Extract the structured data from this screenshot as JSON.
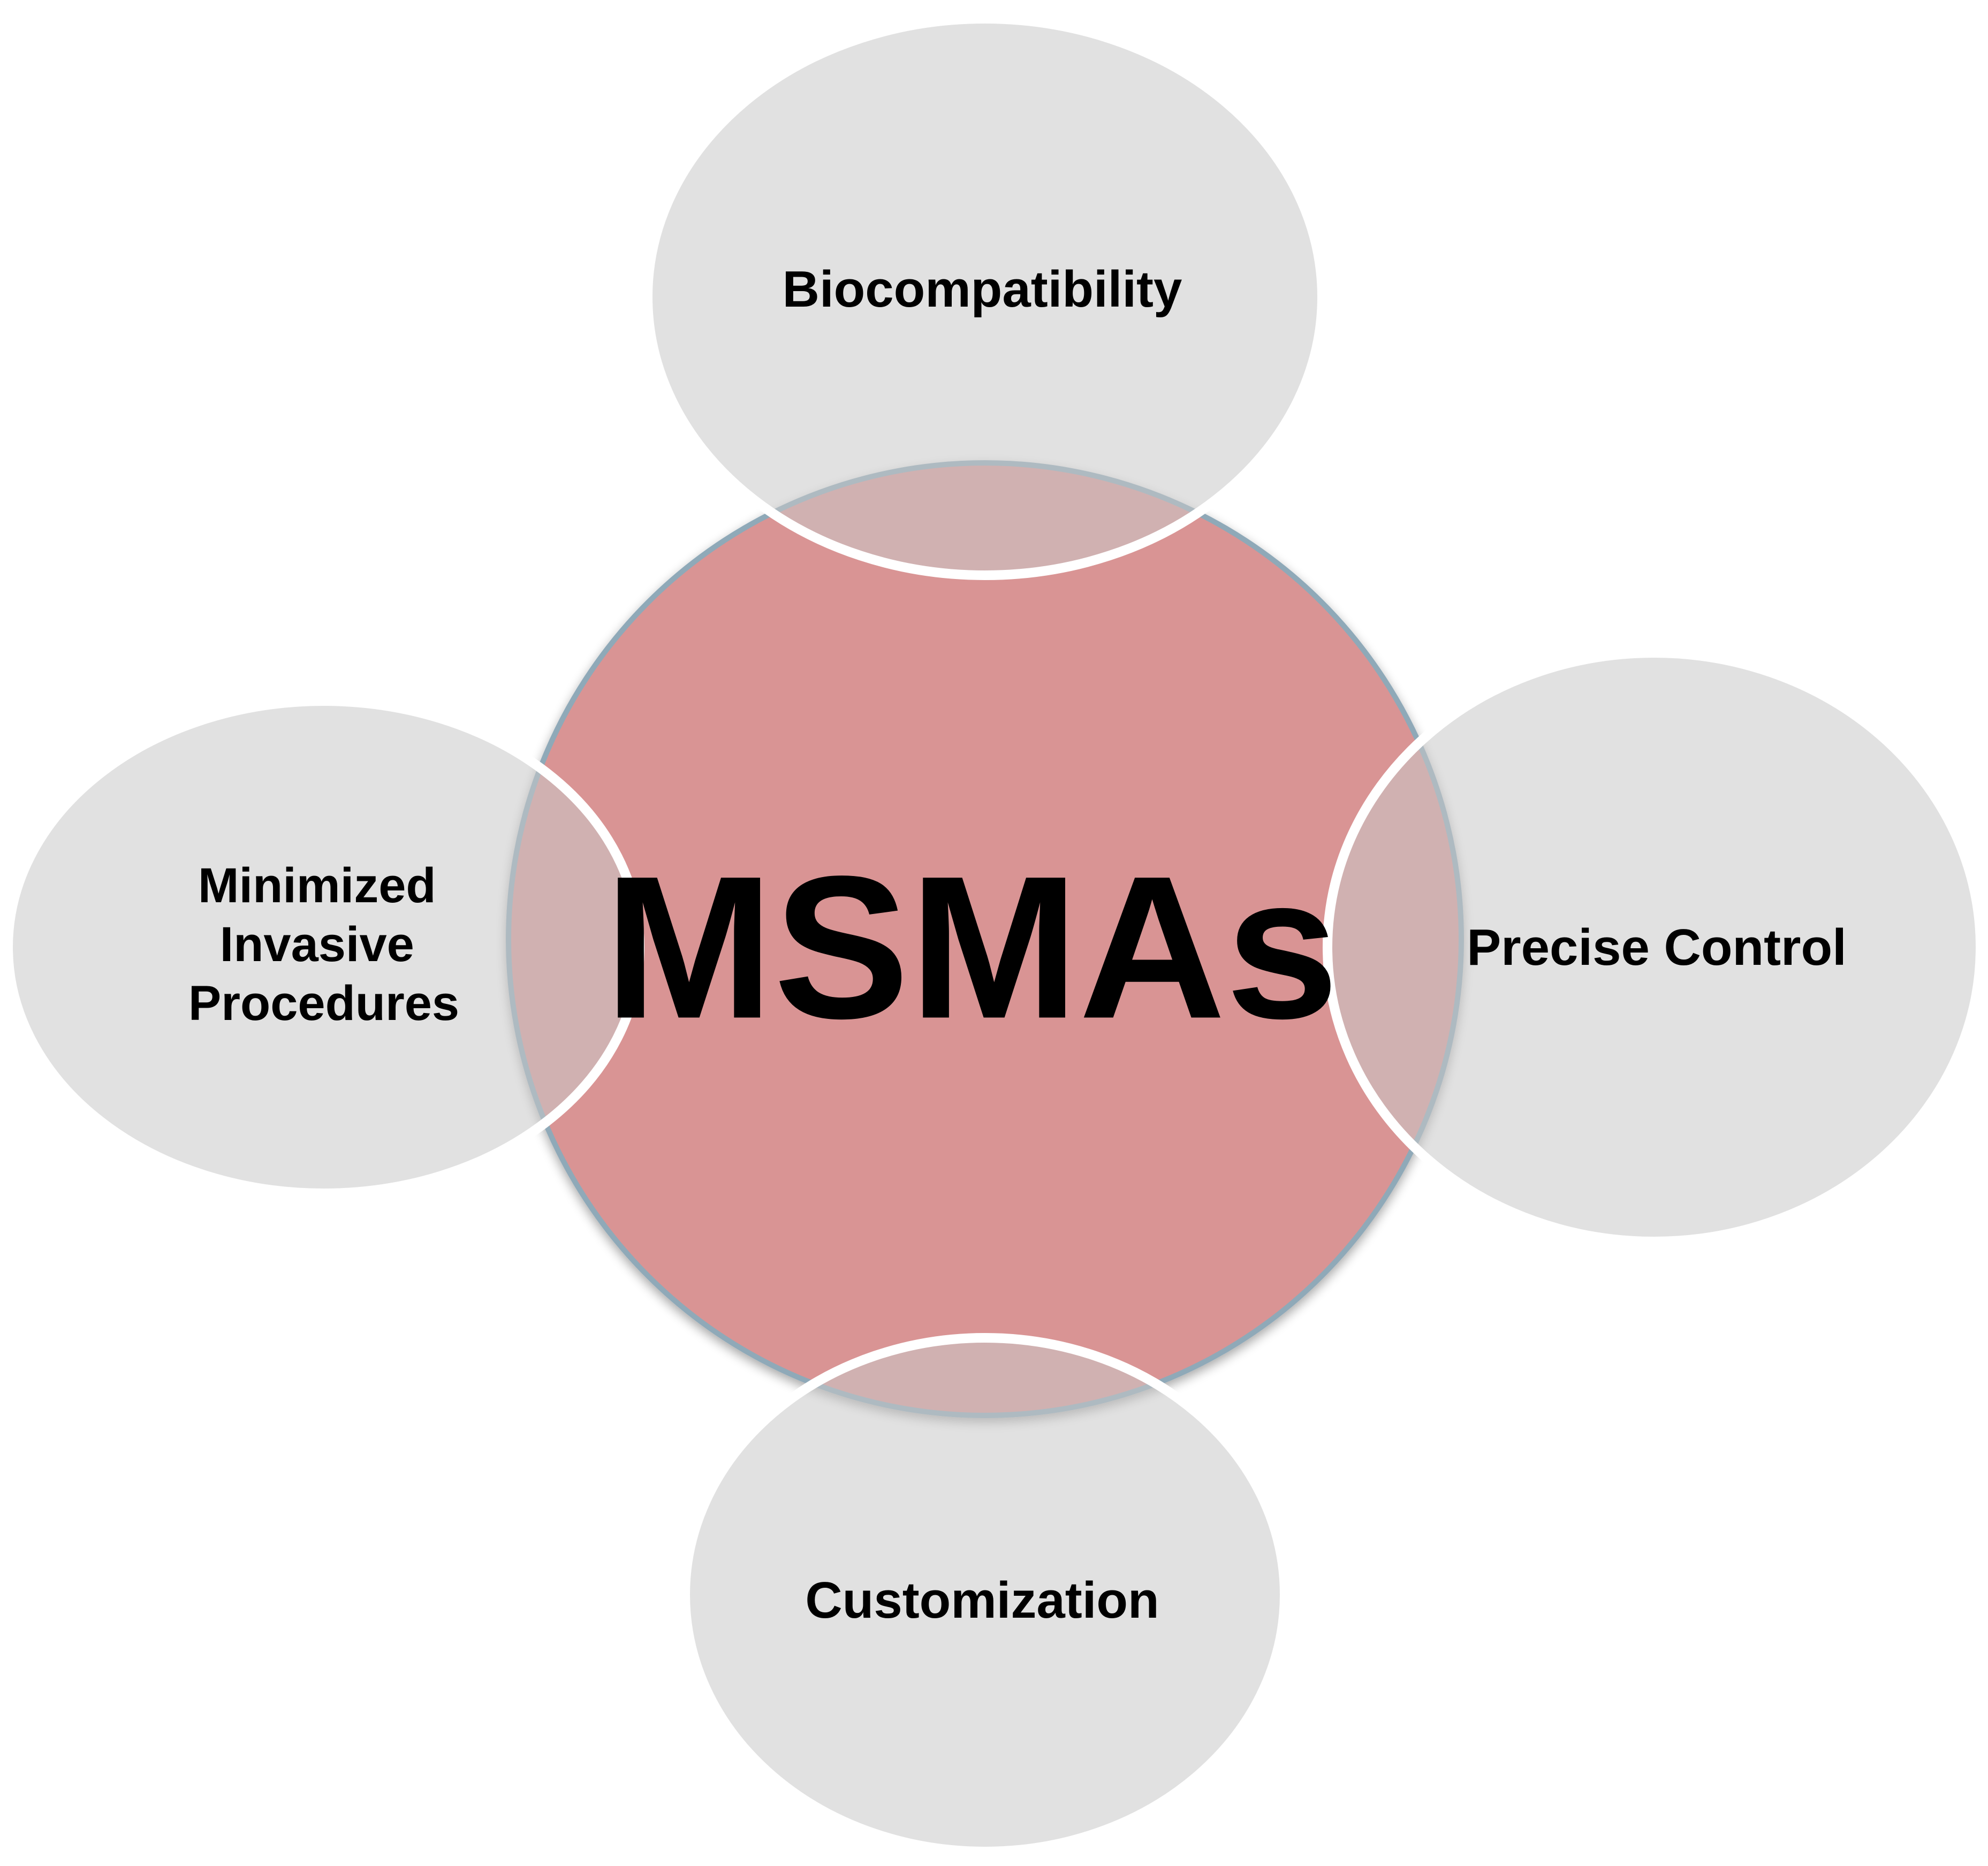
{
  "diagram": {
    "center": {
      "label": "MSMAs",
      "fill": "#d99494",
      "stroke": "#8fa9b8"
    },
    "satellites": [
      {
        "id": "top",
        "label_lines": [
          "Biocompatibility"
        ]
      },
      {
        "id": "right",
        "label_lines": [
          "Precise Control"
        ]
      },
      {
        "id": "bottom",
        "label_lines": [
          "Customization"
        ]
      },
      {
        "id": "left",
        "label_lines": [
          "Minimized",
          "Invasive",
          "Procedures"
        ]
      }
    ],
    "colors": {
      "satellite_fill": "#c8c8c8",
      "satellite_opacity": 0.55,
      "satellite_stroke": "#ffffff",
      "background": "#ffffff",
      "text": "#000000"
    }
  }
}
